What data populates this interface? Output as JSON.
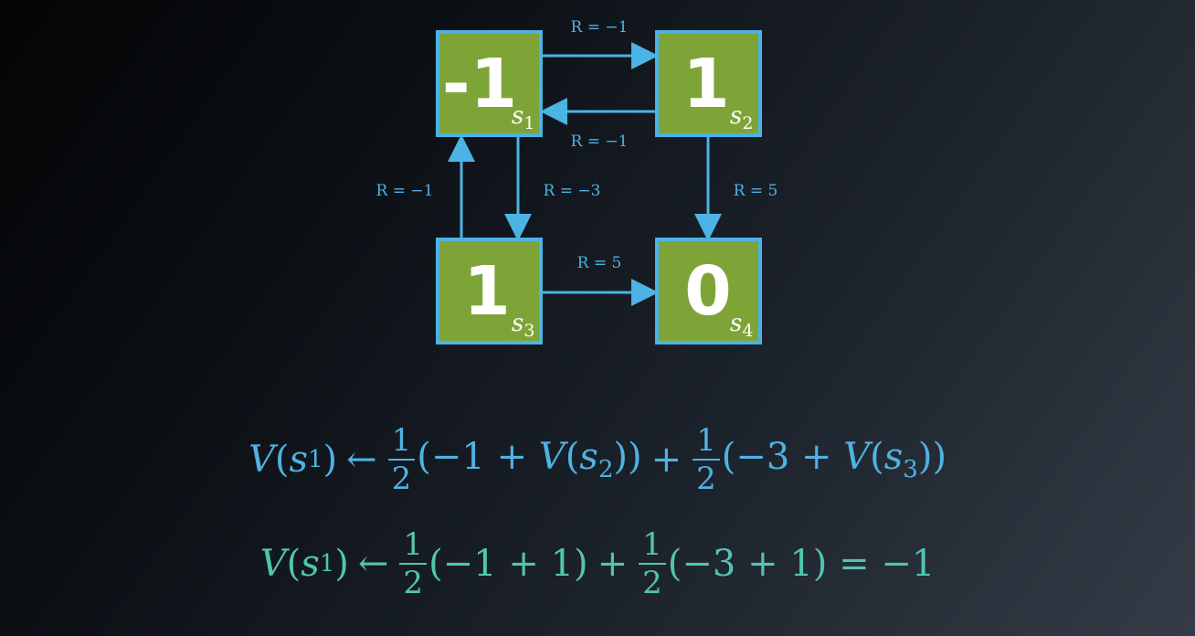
{
  "states": [
    {
      "id": "s1",
      "value": "-1",
      "label": "s",
      "sub": "1"
    },
    {
      "id": "s2",
      "value": "1",
      "label": "s",
      "sub": "2"
    },
    {
      "id": "s3",
      "value": "1",
      "label": "s",
      "sub": "3"
    },
    {
      "id": "s4",
      "value": "0",
      "label": "s",
      "sub": "4"
    }
  ],
  "transitions": [
    {
      "from": "s1",
      "to": "s2",
      "label": "R = −1"
    },
    {
      "from": "s2",
      "to": "s1",
      "label": "R = −1"
    },
    {
      "from": "s3",
      "to": "s1",
      "label": "R = −1"
    },
    {
      "from": "s1",
      "to": "s3",
      "label": "R = −3"
    },
    {
      "from": "s2",
      "to": "s4",
      "label": "R = 5"
    },
    {
      "from": "s3",
      "to": "s4",
      "label": "R = 5"
    }
  ],
  "equations": {
    "eq1": {
      "lhs_fn": "V",
      "lhs_state": "s",
      "lhs_sub": "1",
      "arrow": "←",
      "frac_num": "1",
      "frac_den": "2",
      "term1_open": "(−1 + ",
      "term1_fn": "V",
      "term1_state": "s",
      "term1_sub": "2",
      "term1_close": "))",
      "plus": "+",
      "term2_open": "(−3 + ",
      "term2_fn": "V",
      "term2_state": "s",
      "term2_sub": "3",
      "term2_close": "))"
    },
    "eq2": {
      "lhs_fn": "V",
      "lhs_state": "s",
      "lhs_sub": "1",
      "arrow": "←",
      "frac_num": "1",
      "frac_den": "2",
      "term1": "(−1 + 1)",
      "plus": "+",
      "term2": "(−3 + 1) = −1"
    }
  },
  "colors": {
    "box_fill": "#7ea437",
    "box_border": "#4cb3e6",
    "arrow": "#4cb3e6",
    "eq1_text": "#4fb2e4",
    "eq2_text": "#52c5ad"
  }
}
